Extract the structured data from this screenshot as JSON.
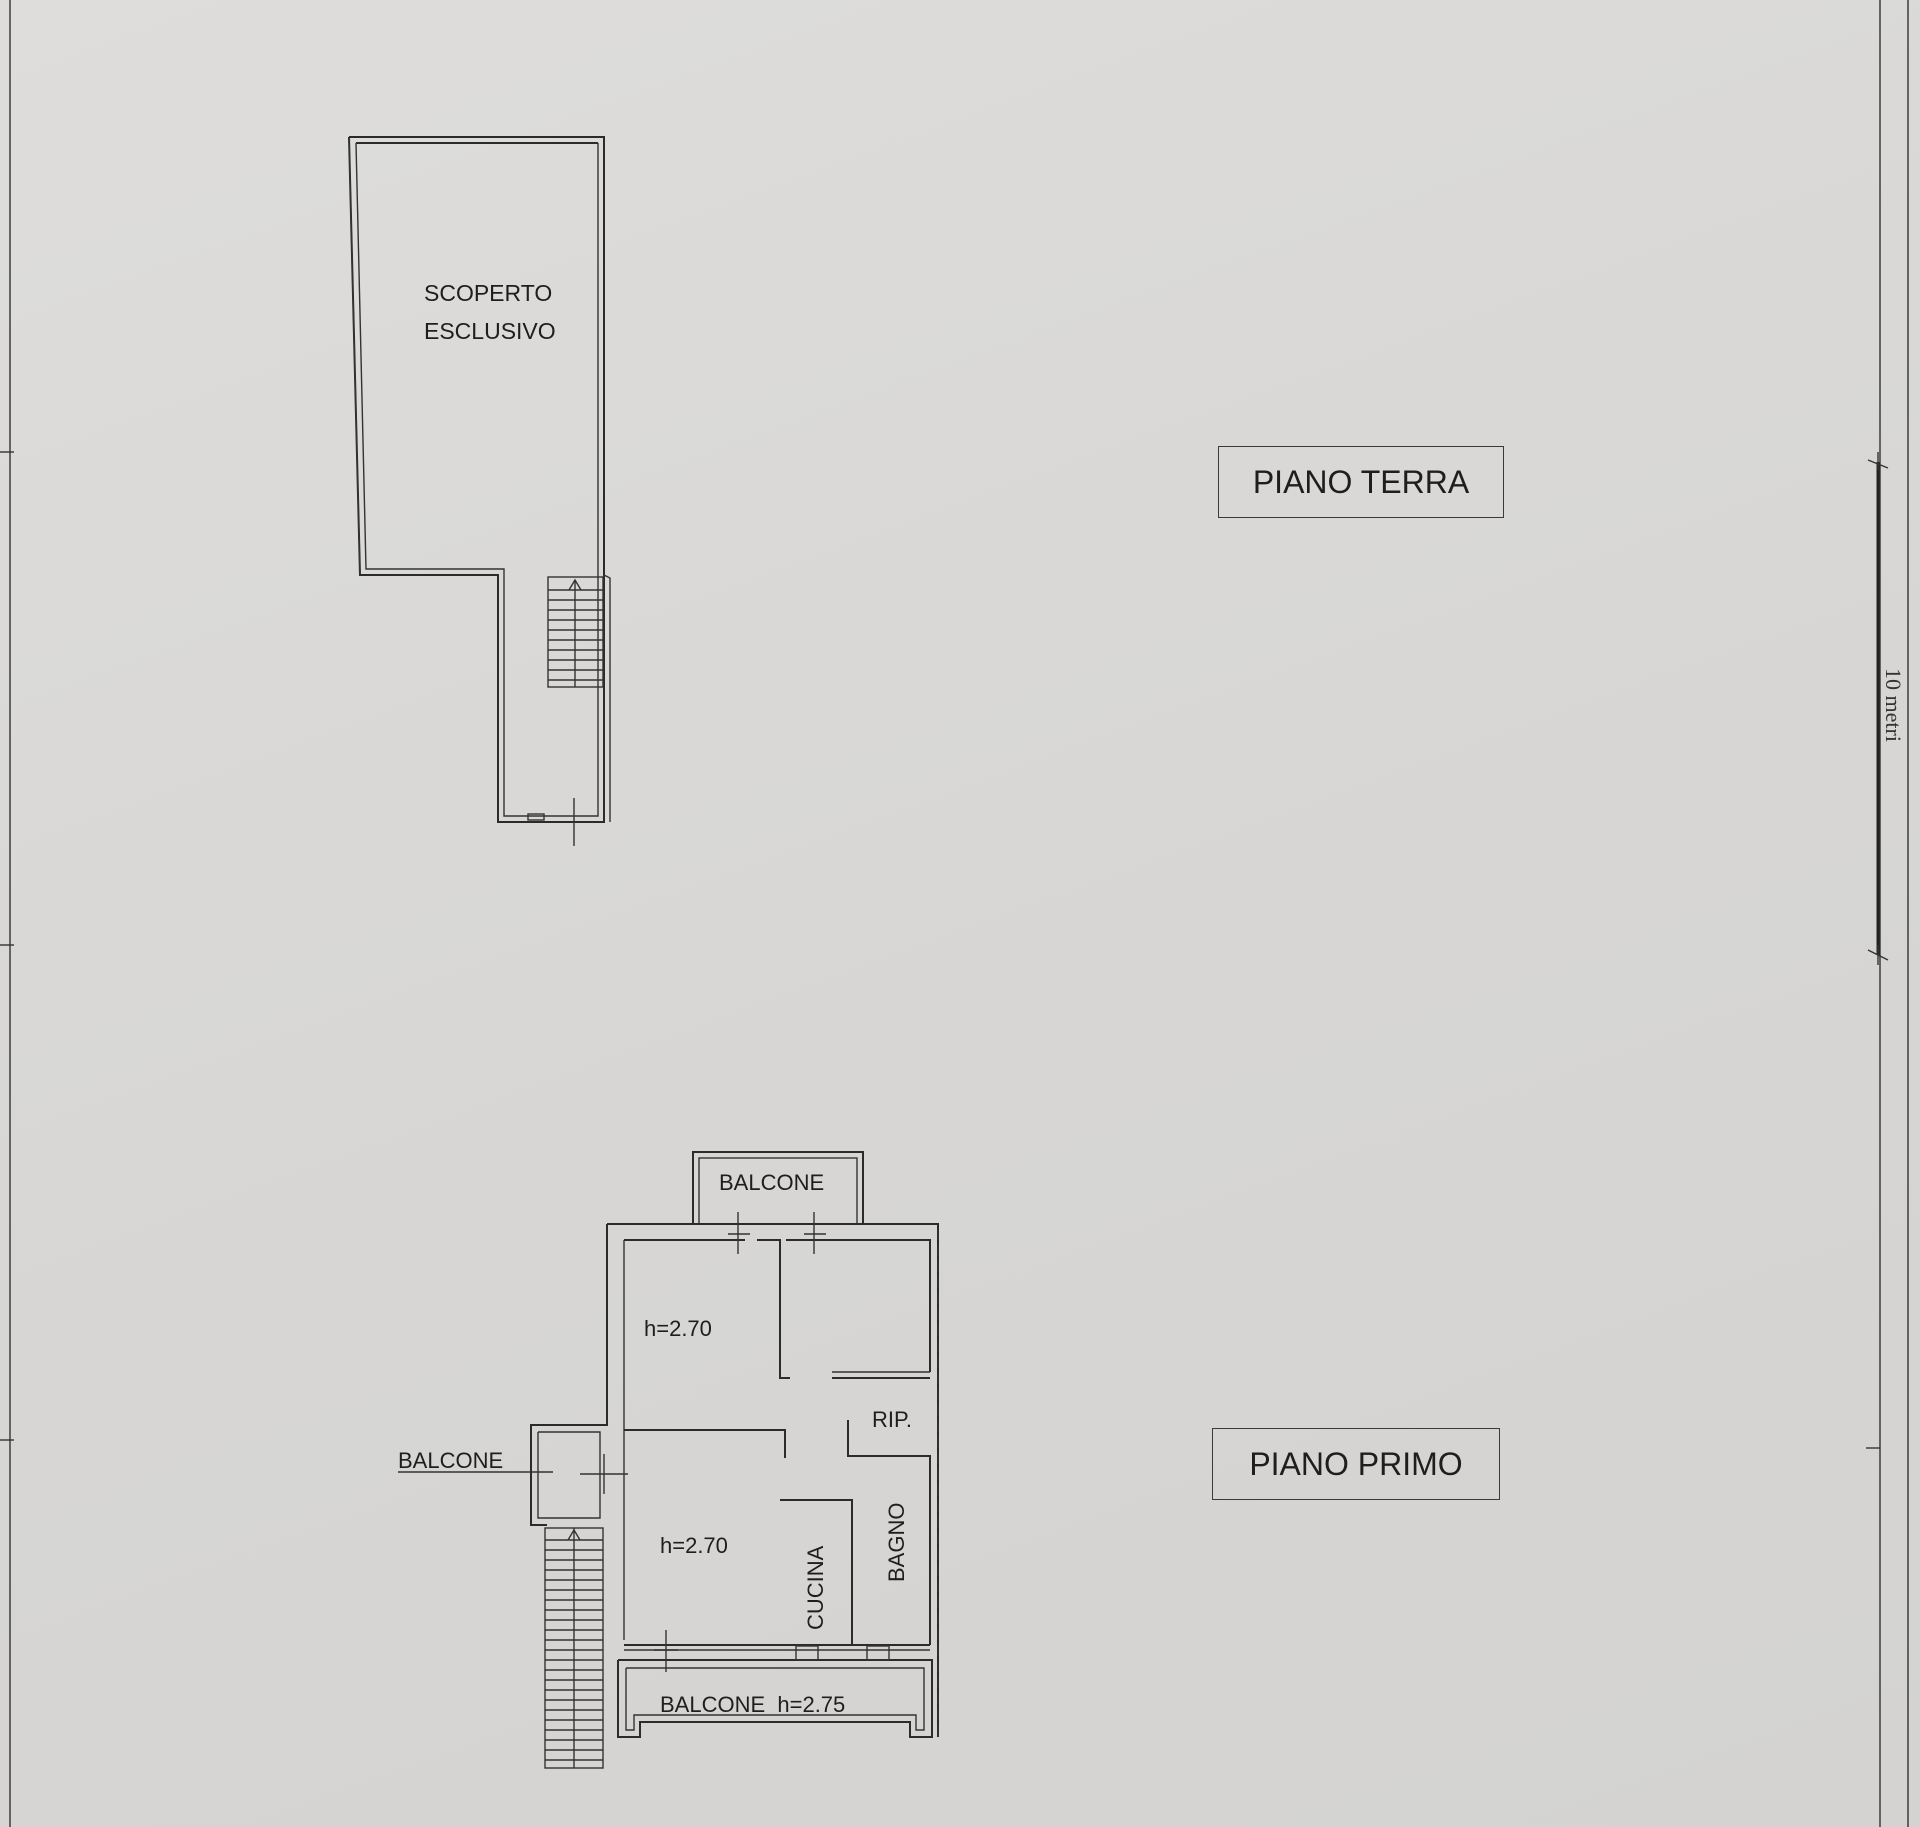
{
  "labels": {
    "piano_terra": "PIANO TERRA",
    "piano_primo": "PIANO PRIMO",
    "scoperto_1": "SCOPERTO",
    "scoperto_2": "ESCLUSIVO",
    "balcone_top": "BALCONE",
    "balcone_left": "BALCONE",
    "balcone_bottom": "BALCONE  h=2.75",
    "room_h1": "h=2.70",
    "room_h2": "h=2.70",
    "rip": "RIP.",
    "cucina": "CUCINA",
    "bagno": "BAGNO",
    "scale_label": "10 metri"
  },
  "colors": {
    "paper": "#dcdbd9",
    "ink": "#2b2b2b"
  }
}
